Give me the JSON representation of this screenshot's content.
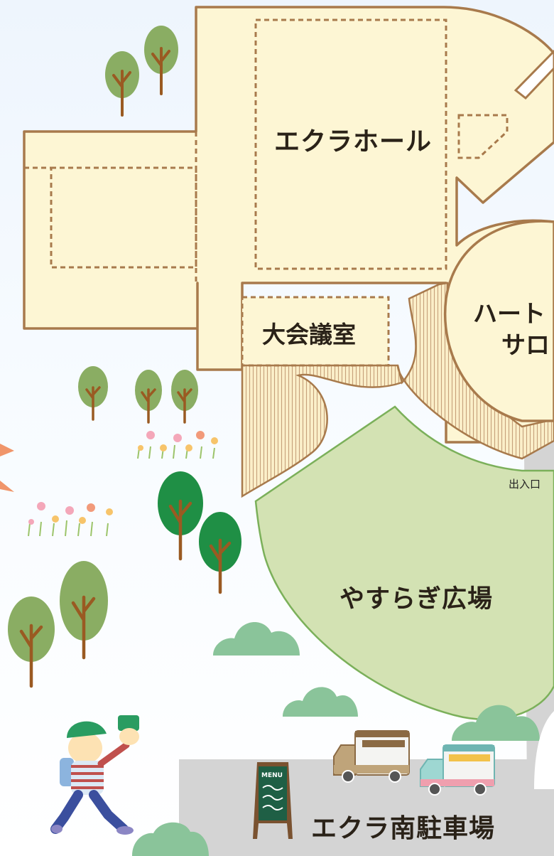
{
  "labels": {
    "ecra_hall": "エクラホール",
    "conference_room": "大会議室",
    "heart_salon_line1": "ハート",
    "heart_salon_line2": "サロ",
    "entrance": "出入口",
    "plaza": "やすらぎ広場",
    "parking": "エクラ南駐車場",
    "menu_sign": "MENU"
  },
  "colors": {
    "building_fill": "#fdf6d4",
    "building_stroke": "#a87a4c",
    "plaza_fill": "#d3e2b3",
    "plaza_stroke": "#7bb05a",
    "road": "#d4d4d4",
    "tree_light": "#8aad63",
    "tree_dark": "#1f8f45",
    "bush": "#8ac49a",
    "trunk": "#9a5a22"
  }
}
